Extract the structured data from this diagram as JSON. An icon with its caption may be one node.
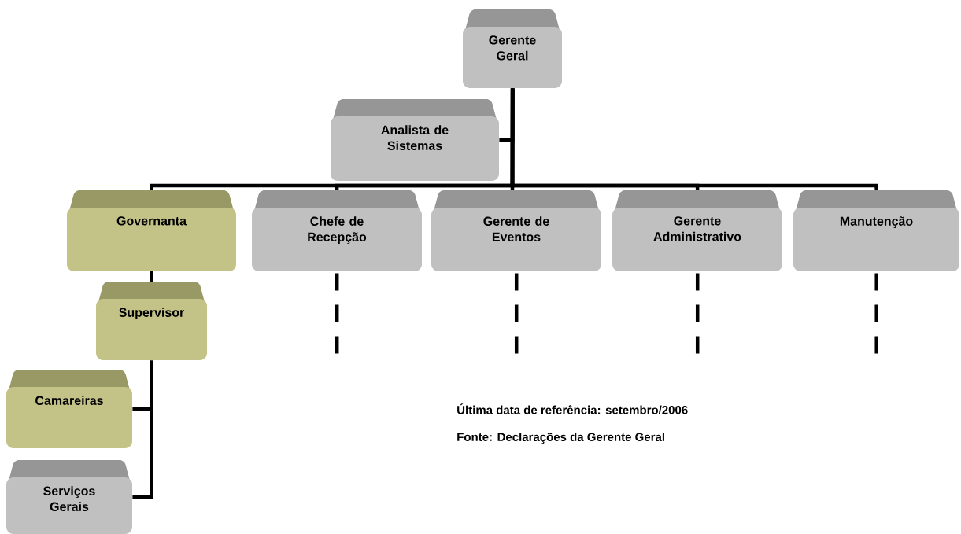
{
  "diagram": {
    "nodes": [
      {
        "text": [
          "Gerente Geral"
        ]
      },
      {
        "text": [
          "Analista de Sistemas"
        ]
      },
      {
        "text": [
          "Governanta"
        ]
      },
      {
        "text": [
          "Chefe de Recepção"
        ]
      },
      {
        "text": [
          "Gerente de Eventos"
        ]
      },
      {
        "text": [
          "Gerente Administrativo"
        ]
      },
      {
        "text": [
          "Manutenção"
        ]
      },
      {
        "text": [
          "Supervisor"
        ]
      },
      {
        "text": [
          "Camareiras"
        ]
      },
      {
        "text": [
          "Serviços Gerais"
        ]
      }
    ],
    "edges": [
      {
        "from": 0,
        "to": 1,
        "arrow": "none"
      },
      {
        "from": 0,
        "to": 2,
        "arrow": "none"
      },
      {
        "from": 0,
        "to": 3,
        "arrow": "none"
      },
      {
        "from": 0,
        "to": 4,
        "arrow": "none"
      },
      {
        "from": 0,
        "to": 5,
        "arrow": "none"
      },
      {
        "from": 0,
        "to": 6,
        "arrow": "none"
      },
      {
        "from": 2,
        "to": 7,
        "arrow": "none"
      },
      {
        "from": 7,
        "to": 8,
        "arrow": "none"
      },
      {
        "from": 7,
        "to": 9,
        "arrow": "none"
      },
      {
        "from": 3,
        "to": null,
        "arrow": "none",
        "style": "dashed"
      },
      {
        "from": 4,
        "to": null,
        "arrow": "none",
        "style": "dashed"
      },
      {
        "from": 5,
        "to": null,
        "arrow": "none",
        "style": "dashed"
      },
      {
        "from": 6,
        "to": null,
        "arrow": "none",
        "style": "dashed"
      }
    ],
    "labels": [
      "Última data de referência: setembro/2006",
      "Fonte: Declarações da Gerente Geral"
    ]
  }
}
